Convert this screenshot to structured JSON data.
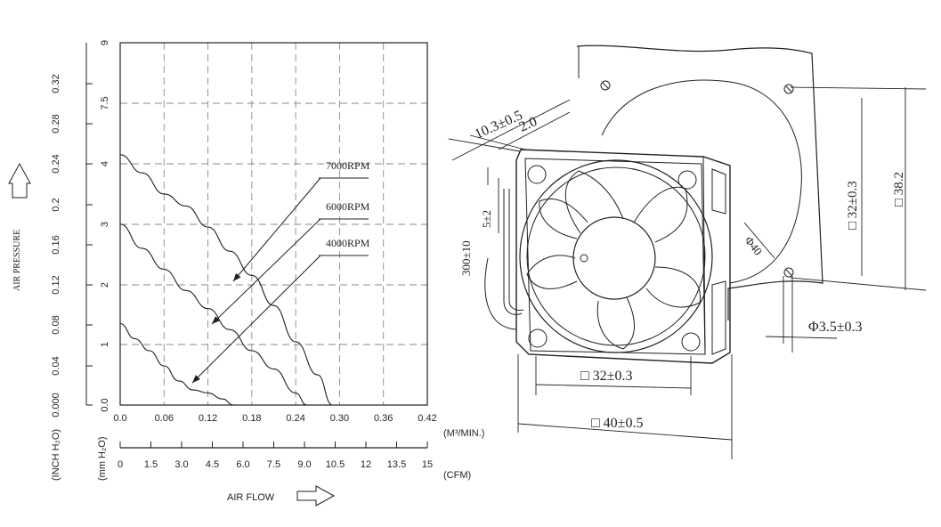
{
  "chart_data": {
    "type": "line",
    "title": "",
    "xlabel": "AIR FLOW",
    "ylabel": "AIR PRESSURE",
    "x_unit_top": "(M³/MIN.)",
    "x_unit_bottom": "(CFM)",
    "y_unit_left": "(INCH H₂O)",
    "y_unit_right": "(mm H₂O)",
    "xlim": [
      0,
      0.42
    ],
    "ylim": [
      0,
      9
    ],
    "x_ticks_m3min": [
      "0.0",
      "0.06",
      "0.12",
      "0.18",
      "0.24",
      "0.30",
      "0.36",
      "0.42"
    ],
    "x_ticks_cfm": [
      "0",
      "1.5",
      "3.0",
      "4.5",
      "6.0",
      "7.5",
      "9.0",
      "10.5",
      "12",
      "13.5",
      "15"
    ],
    "y_ticks_mmh2o": [
      "0.0",
      "1",
      "2",
      "3",
      "4",
      "7.5",
      "9"
    ],
    "y_ticks_inch": [
      "0.000",
      "0.04",
      "0.08",
      "0.12",
      "0.16",
      "0.2",
      "0.24",
      "0.28",
      "0.32"
    ],
    "grid": true,
    "series": [
      {
        "name": "7000RPM",
        "label_pos": "top",
        "x": [
          0,
          0.03,
          0.06,
          0.09,
          0.12,
          0.15,
          0.18,
          0.21,
          0.24,
          0.27,
          0.29
        ],
        "y": [
          4.15,
          3.85,
          3.5,
          3.3,
          2.95,
          2.55,
          2.15,
          1.65,
          1.05,
          0.5,
          0
        ]
      },
      {
        "name": "6000RPM",
        "label_pos": "middle",
        "x": [
          0,
          0.03,
          0.06,
          0.09,
          0.12,
          0.15,
          0.18,
          0.21,
          0.24,
          0.255
        ],
        "y": [
          3.0,
          2.6,
          2.25,
          1.9,
          1.6,
          1.25,
          0.9,
          0.6,
          0.2,
          0
        ]
      },
      {
        "name": "4000RPM",
        "label_pos": "bottom",
        "x": [
          0,
          0.02,
          0.04,
          0.06,
          0.08,
          0.1,
          0.12,
          0.14,
          0.155
        ],
        "y": [
          1.35,
          1.1,
          0.9,
          0.65,
          0.4,
          0.25,
          0.2,
          0.1,
          0
        ]
      }
    ]
  },
  "drawing": {
    "dim_thickness": "10.3±0.5",
    "dim_guard": "2.0",
    "dim_lead_length": "300±10",
    "dim_strip": "5±2",
    "dim_diameter": "Φ40",
    "dim_hole_pitch_right": "□ 32±0.3",
    "dim_outer_right": "□ 38.2",
    "dim_hole": "Φ3.5±0.3",
    "dim_hole_pitch_bottom": "□ 32±0.3",
    "dim_outer_bottom": "□ 40±0.5"
  }
}
